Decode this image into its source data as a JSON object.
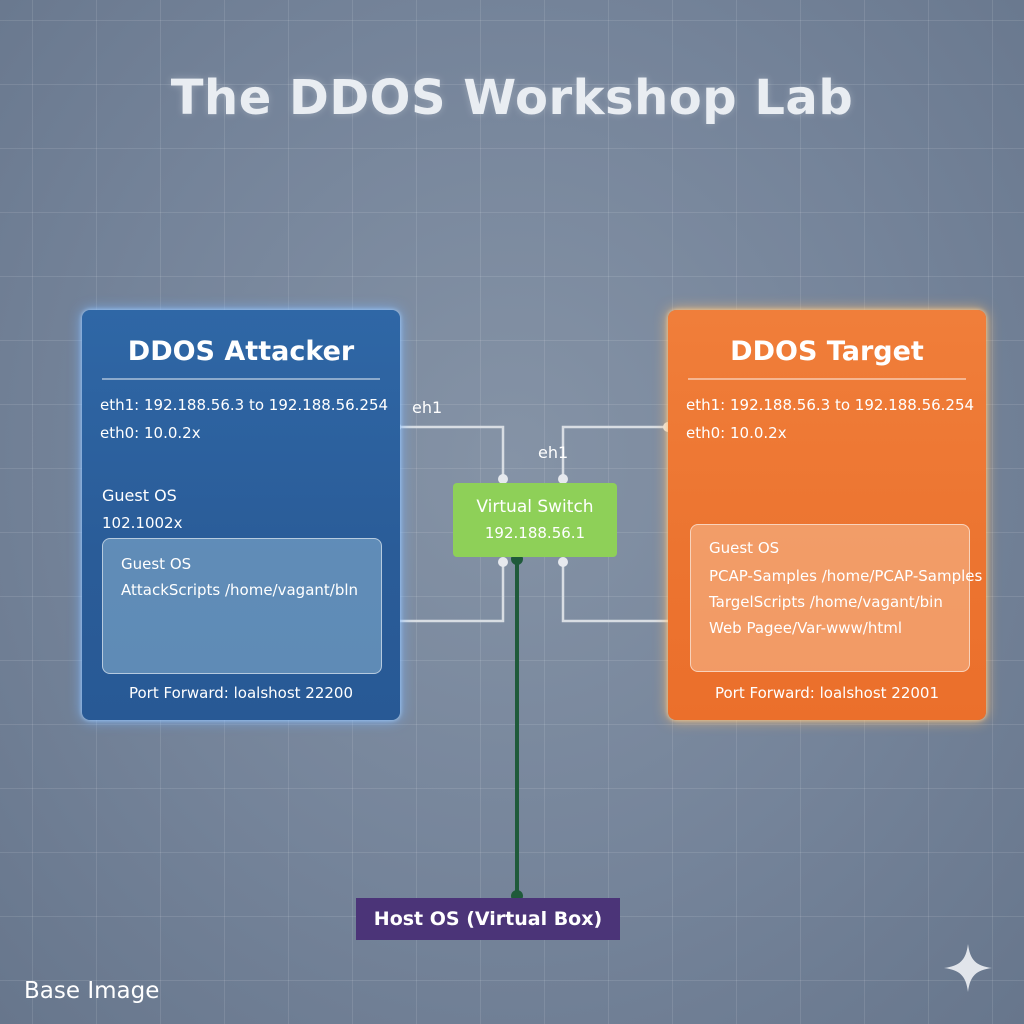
{
  "title": "The DDOS Workshop Lab",
  "attacker": {
    "title": "DDOS Attacker",
    "eth1": "eth1: 192.188.56.3 to 192.188.56.254",
    "eth0": "eth0: 10.0.2x",
    "guest_os_label": "Guest OS",
    "guest_os_ip": "102.1002x",
    "inner": {
      "title": "Guest OS",
      "line1": "AttackScripts /home/vagant/bln"
    },
    "port_forward": "Port Forward: loalshost 22200"
  },
  "target": {
    "title": "DDOS Target",
    "eth1": "eth1: 192.188.56.3 to 192.188.56.254",
    "eth0": "eth0: 10.0.2x",
    "inner": {
      "title": "Guest OS",
      "line1": "PCAP-Samples /home/PCAP-Samples",
      "line2": "TargelScripts /home/vagant/bin",
      "line3": "Web Pagee/Var-www/html"
    },
    "port_forward": "Port Forward: loalshost 22001"
  },
  "switch": {
    "title": "Virtual Switch",
    "ip": "192.188.56.1"
  },
  "wire_labels": {
    "left": "eh1",
    "right": "eh1"
  },
  "host": "Host OS (Virtual Box)",
  "footer": "Base Image",
  "colors": {
    "attacker": "#2c5f9e",
    "target": "#ee7632",
    "switch": "#8ed058",
    "host": "#4b3478",
    "host_wire": "#1f5a3a"
  }
}
